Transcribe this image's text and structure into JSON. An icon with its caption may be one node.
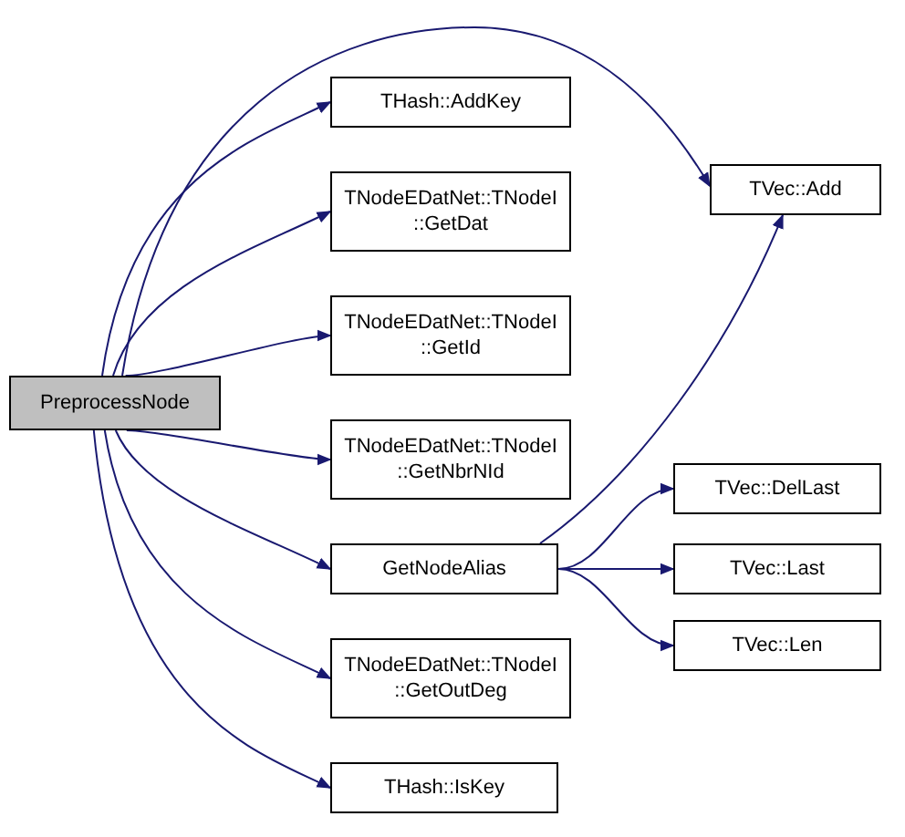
{
  "diagram": {
    "nodes": [
      {
        "text": [
          "PreprocessNode"
        ]
      },
      {
        "text": [
          "THash::AddKey"
        ]
      },
      {
        "text": [
          "TNodeEDatNet::TNodeI ::GetDat"
        ]
      },
      {
        "text": [
          "TNodeEDatNet::TNodeI ::GetId"
        ]
      },
      {
        "text": [
          "TNodeEDatNet::TNodeI ::GetNbrNId"
        ]
      },
      {
        "text": [
          "GetNodeAlias"
        ]
      },
      {
        "text": [
          "TNodeEDatNet::TNodeI ::GetOutDeg"
        ]
      },
      {
        "text": [
          "THash::IsKey"
        ]
      },
      {
        "text": [
          "TVec::Add"
        ]
      },
      {
        "text": [
          "TVec::DelLast"
        ]
      },
      {
        "text": [
          "TVec::Last"
        ]
      },
      {
        "text": [
          "TVec::Len"
        ]
      }
    ],
    "edges": [
      {
        "from": 0,
        "to": 8,
        "arrow": "to"
      },
      {
        "from": 0,
        "to": 1,
        "arrow": "to"
      },
      {
        "from": 0,
        "to": 2,
        "arrow": "to"
      },
      {
        "from": 0,
        "to": 3,
        "arrow": "to"
      },
      {
        "from": 0,
        "to": 4,
        "arrow": "to"
      },
      {
        "from": 0,
        "to": 5,
        "arrow": "to"
      },
      {
        "from": 0,
        "to": 6,
        "arrow": "to"
      },
      {
        "from": 0,
        "to": 7,
        "arrow": "to"
      },
      {
        "from": 5,
        "to": 8,
        "arrow": "to"
      },
      {
        "from": 5,
        "to": 9,
        "arrow": "to"
      },
      {
        "from": 5,
        "to": 10,
        "arrow": "to"
      },
      {
        "from": 5,
        "to": 11,
        "arrow": "to"
      }
    ]
  }
}
